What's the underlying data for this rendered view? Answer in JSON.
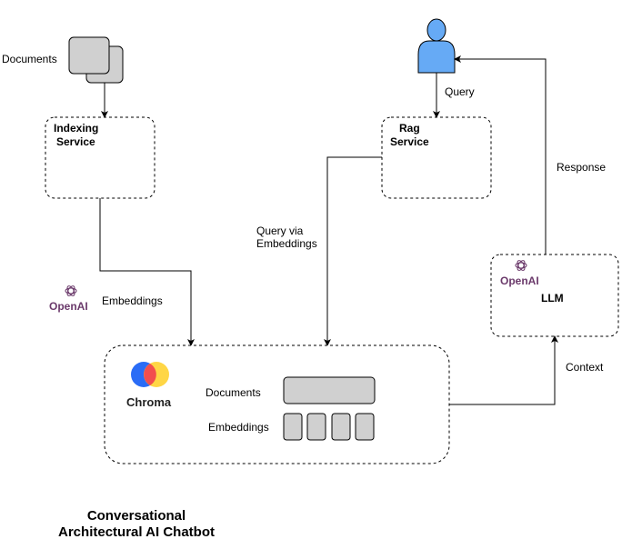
{
  "labels": {
    "documents_source": "Documents",
    "indexing_line1": "Indexing",
    "indexing_line2": "Service",
    "rag_line1": "Rag",
    "rag_line2": "Service",
    "query": "Query",
    "query_via_line1": "Query via",
    "query_via_line2": "Embeddings",
    "response": "Response",
    "embeddings_edge": "Embeddings",
    "openai_left": "OpenAI",
    "openai_llm": "OpenAI",
    "llm": "LLM",
    "context": "Context",
    "chroma": "Chroma",
    "chroma_documents": "Documents",
    "chroma_embeddings": "Embeddings",
    "title_line1": "Conversational",
    "title_line2": "Architectural AI Chatbot"
  },
  "colors": {
    "user_icon": "#66aaf5",
    "document_fill": "#d0d0d0",
    "openai_purple": "#6b3a6b",
    "chroma_blue": "#2a6cf6",
    "chroma_red": "#f24e4e",
    "chroma_yellow": "#ffd43b"
  },
  "icons": [
    "documents-stack-icon",
    "user-icon",
    "openai-icon",
    "chroma-logo-icon"
  ]
}
